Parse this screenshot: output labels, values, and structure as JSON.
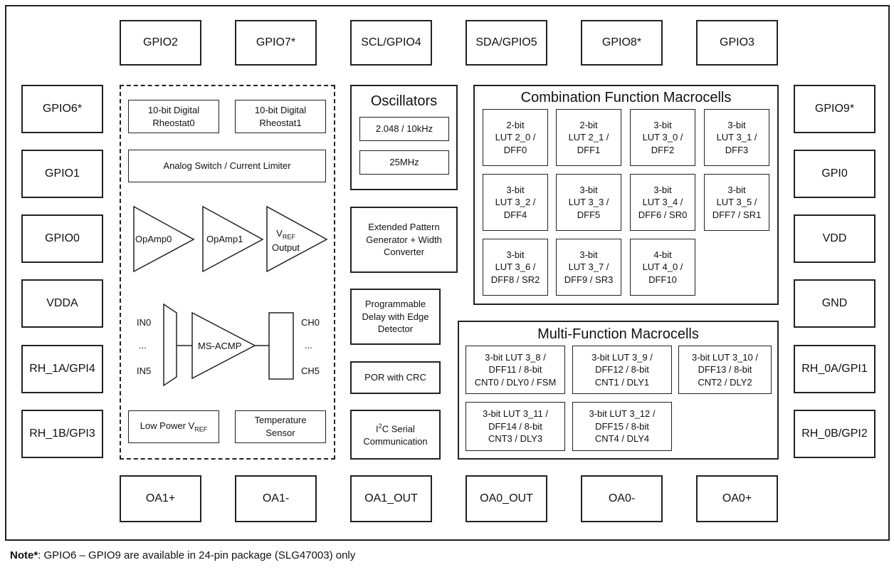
{
  "top_pins": [
    "GPIO2",
    "GPIO7*",
    "SCL/GPIO4",
    "SDA/GPIO5",
    "GPIO8*",
    "GPIO3"
  ],
  "left_pins": [
    "GPIO6*",
    "GPIO1",
    "GPIO0",
    "VDDA",
    "RH_1A/GPI4",
    "RH_1B/GPI3"
  ],
  "right_pins": [
    "GPIO9*",
    "GPI0",
    "VDD",
    "GND",
    "RH_0A/GPI1",
    "RH_0B/GPI2"
  ],
  "bottom_pins": [
    "OA1+",
    "OA1-",
    "OA1_OUT",
    "OA0_OUT",
    "OA0-",
    "OA0+"
  ],
  "analog": {
    "rheostat0": "10-bit Digital Rheostat0",
    "rheostat1": "10-bit Digital Rheostat1",
    "analog_switch": "Analog Switch / Current Limiter",
    "opamp0": "OpAmp0",
    "opamp1": "OpAmp1",
    "vref_v": "V",
    "vref_sub": "REF",
    "vref_output": "Output",
    "acmp": "MS-ACMP",
    "in0": "IN0",
    "in_dots": "...",
    "in5": "IN5",
    "ch0": "CH0",
    "ch_dots": "...",
    "ch5": "CH5",
    "low_power_prefix": "Low Power V",
    "low_power_sub": "REF",
    "temperature_sensor": "Temperature Sensor"
  },
  "oscillators": {
    "title": "Oscillators",
    "items": [
      "2.048 / 10kHz",
      "25MHz"
    ]
  },
  "middle_blocks": {
    "pattern_gen": "Extended Pattern Generator + Width Converter",
    "delay": "Programmable Delay with Edge Detector",
    "por": "POR with CRC",
    "i2c_i": "I",
    "i2c_sup": "2",
    "i2c_rest": "C Serial Communication"
  },
  "combination": {
    "title": "Combination Function Macrocells",
    "cells": [
      "2-bit\nLUT 2_0 /\nDFF0",
      "2-bit\nLUT 2_1 /\nDFF1",
      "3-bit\nLUT 3_0 /\nDFF2",
      "3-bit\nLUT 3_1 /\nDFF3",
      "3-bit\nLUT 3_2 /\nDFF4",
      "3-bit\nLUT 3_3 /\nDFF5",
      "3-bit\nLUT 3_4 /\nDFF6 / SR0",
      "3-bit\nLUT 3_5 /\nDFF7 / SR1",
      "3-bit\nLUT 3_6 /\nDFF8 / SR2",
      "3-bit\nLUT 3_7 /\nDFF9 / SR3",
      "4-bit\nLUT 4_0 /\nDFF10"
    ]
  },
  "multi": {
    "title": "Multi-Function Macrocells",
    "cells": [
      "3-bit LUT 3_8 /\nDFF11 / 8-bit\nCNT0 / DLY0 / FSM",
      "3-bit LUT 3_9 /\nDFF12 / 8-bit\nCNT1 / DLY1",
      "3-bit LUT 3_10 /\nDFF13 / 8-bit\nCNT2 / DLY2",
      "3-bit LUT 3_11 /\nDFF14 / 8-bit\nCNT3 / DLY3",
      "3-bit LUT 3_12 /\nDFF15 / 8-bit\nCNT4 / DLY4"
    ]
  },
  "note": {
    "label": "Note*",
    "text": ": GPIO6 – GPIO9 are available in 24-pin package (SLG47003) only"
  }
}
